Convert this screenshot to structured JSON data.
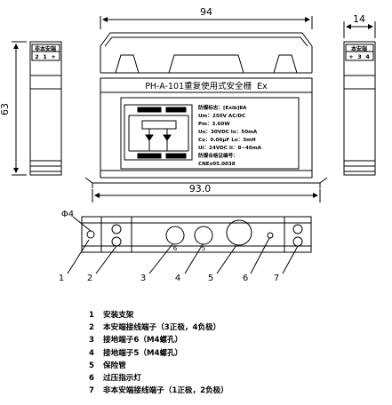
{
  "dimensions": {
    "width": "94",
    "depth": "14",
    "height": "63",
    "mount_pitch": "93.0",
    "hole_diameter": "Φ4"
  },
  "side_left": {
    "title": "非本安端",
    "terminals": "2  1  +"
  },
  "side_right": {
    "title": "本安端",
    "terminals": "+  3  4"
  },
  "front": {
    "model_title": "PH-A-101重复使用式安全栅  Ex",
    "spec_lines": [
      "防爆标志：[Exib]ⅡA",
      "Um：250V AC/DC",
      "Pm：3.60W",
      "Uo：30VDC  Io：50mA",
      "Co：0.06μF  Lo：3mH",
      "Ui：24VDC  Ii：8~40mA",
      "防爆合格证编号：",
      "CNEx05.0038"
    ],
    "circuit_labels": [
      "",
      ""
    ]
  },
  "callouts": [
    "1",
    "2",
    "3",
    "4",
    "5",
    "6",
    "7"
  ],
  "hole_labels": [
    "6",
    "5"
  ],
  "legend": [
    {
      "num": "1",
      "text": "安装支架"
    },
    {
      "num": "2",
      "text": "本安端接线端子（3正极，4负极）"
    },
    {
      "num": "3",
      "text": "接地端子6（M4螺孔）"
    },
    {
      "num": "4",
      "text": "接地端子5（M4螺孔）"
    },
    {
      "num": "5",
      "text": "保险管"
    },
    {
      "num": "6",
      "text": "过压指示灯"
    },
    {
      "num": "7",
      "text": "非本安端接线端子（1正极，2负极）"
    }
  ]
}
